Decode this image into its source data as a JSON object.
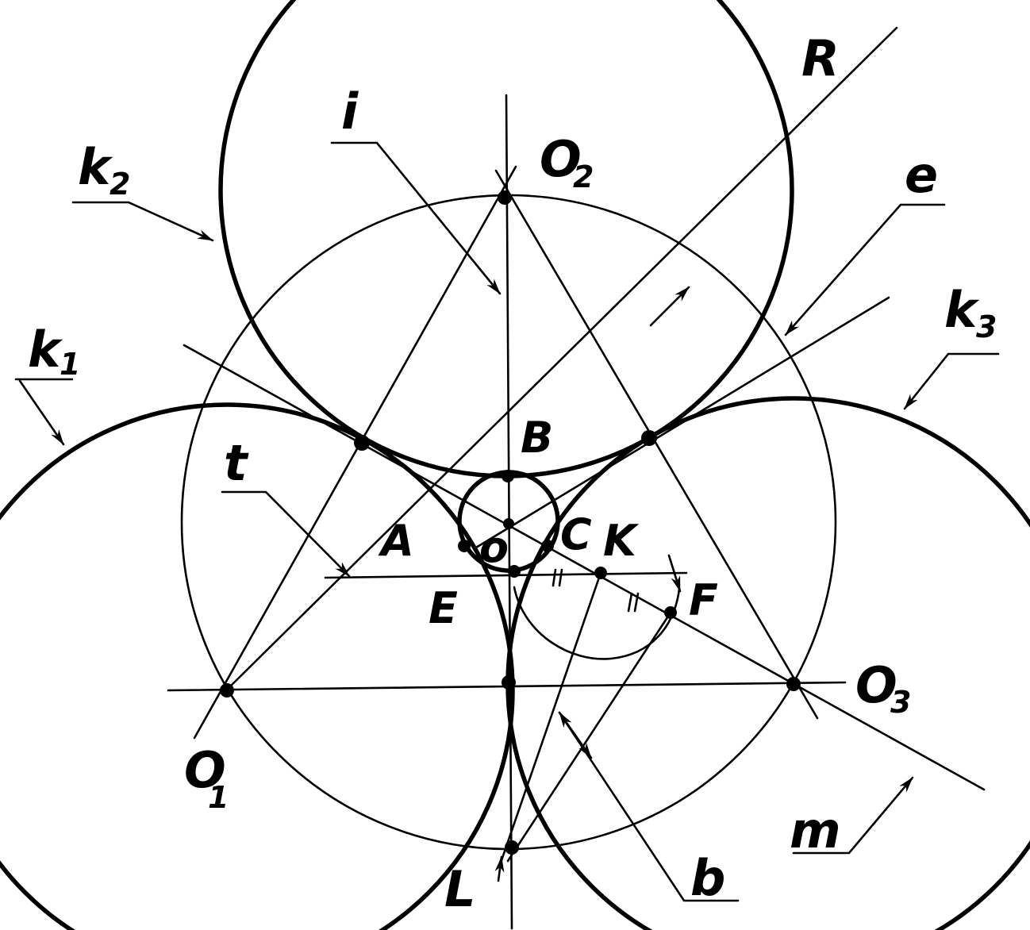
{
  "labels": {
    "k2_base": "k",
    "k2_sub": "2",
    "k1_base": "k",
    "k1_sub": "1",
    "k3_base": "k",
    "k3_sub": "3",
    "i": "i",
    "O2_base": "O",
    "O2_sub": "2",
    "O1_base": "O",
    "O1_sub": "1",
    "O3_base": "O",
    "O3_sub": "3",
    "R": "R",
    "e": "e",
    "t": "t",
    "B": "B",
    "A": "A",
    "C": "C",
    "K": "K",
    "E": "E",
    "F": "F",
    "o": "o",
    "m": "m",
    "b": "b",
    "L": "L"
  },
  "colors": {
    "ink": "#000000",
    "paper": "#ffffff"
  }
}
